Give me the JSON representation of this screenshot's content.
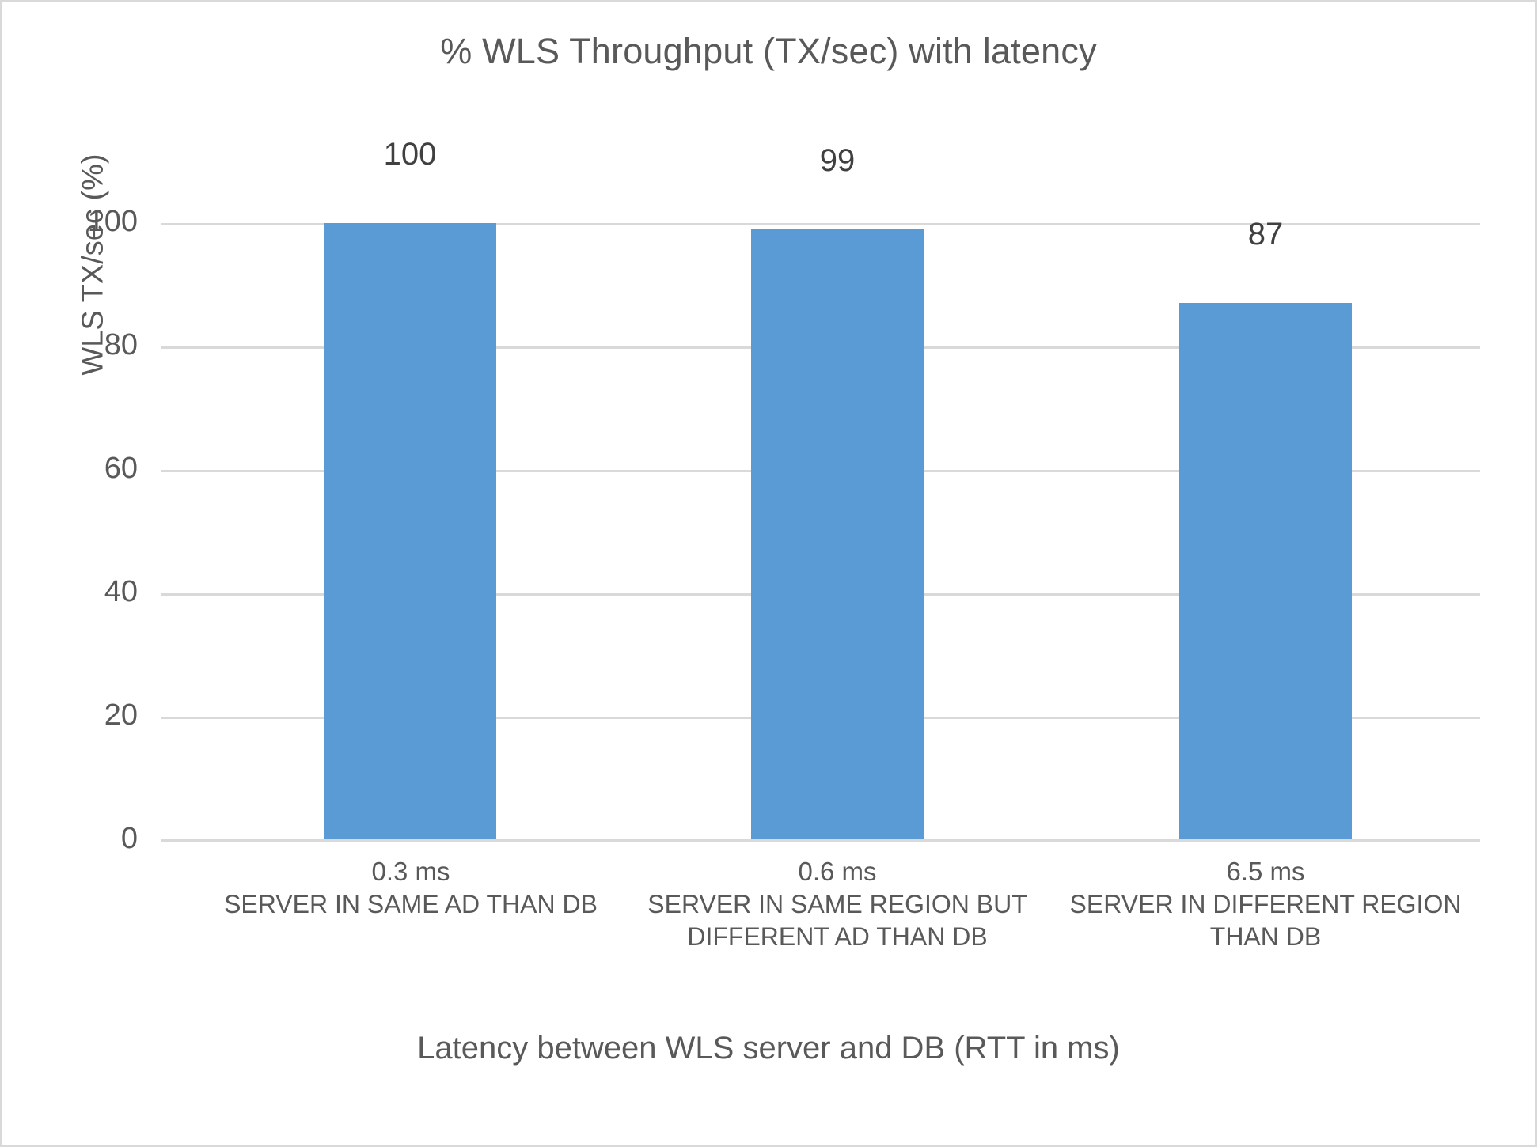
{
  "chart_data": {
    "type": "bar",
    "title": "% WLS Throughput (TX/sec) with latency",
    "xlabel": "Latency between WLS server and DB (RTT in ms)",
    "ylabel": "WLS TX/sec (%)",
    "categories": [
      "0.3 ms",
      "0.6 ms",
      "6.5 ms"
    ],
    "category_descriptions": [
      "SERVER IN SAME AD THAN DB",
      "SERVER IN SAME REGION BUT DIFFERENT AD THAN DB",
      "SERVER IN DIFFERENT REGION THAN DB"
    ],
    "values": [
      100,
      99,
      87
    ],
    "data_labels": [
      "100",
      "99",
      "87"
    ],
    "ylim": [
      0,
      100
    ],
    "yticks": [
      0,
      20,
      40,
      60,
      80,
      100
    ],
    "ytick_labels": [
      "0",
      "20",
      "40",
      "60",
      "80",
      "100"
    ],
    "grid": true,
    "legend": false,
    "bar_color": "#5B9BD5",
    "gridline_color": "#D9D9D9",
    "text_color": "#595959",
    "border_color": "#D9D9D9"
  }
}
